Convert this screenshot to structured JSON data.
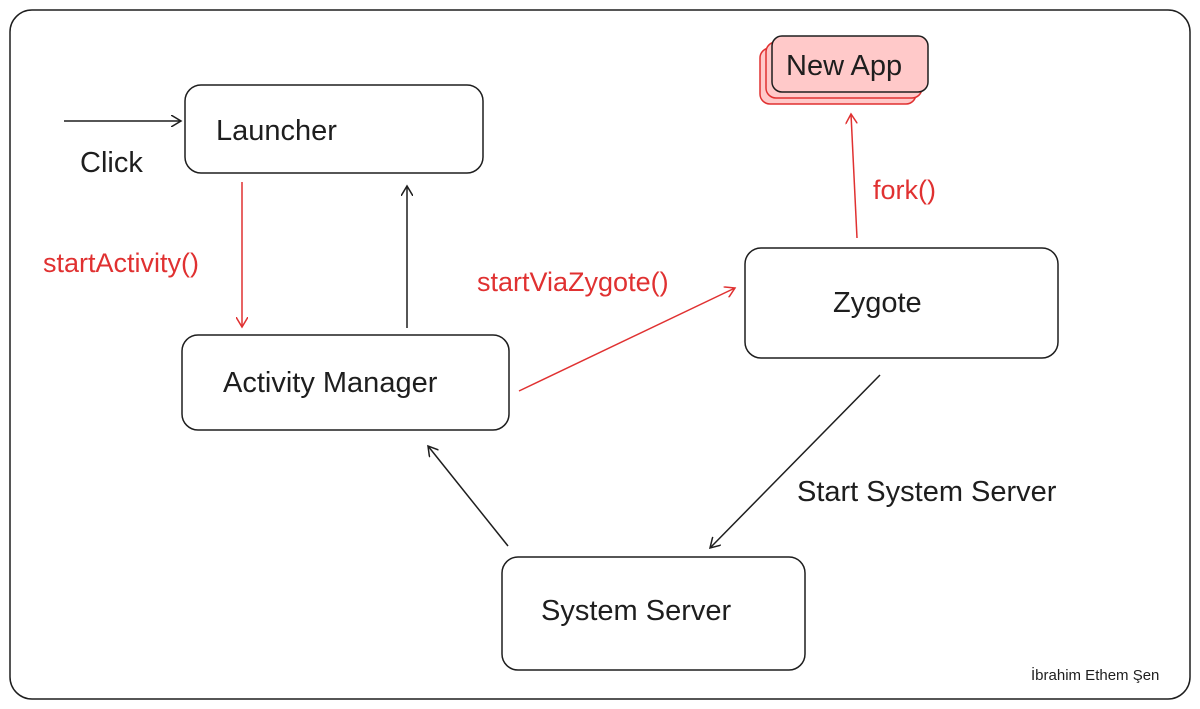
{
  "nodes": {
    "launcher": "Launcher",
    "activity_manager": "Activity Manager",
    "zygote": "Zygote",
    "system_server": "System Server",
    "new_app": "New App"
  },
  "labels": {
    "click": "Click",
    "start_activity": "startActivity()",
    "start_via_zygote": "startViaZygote()",
    "fork": "fork()",
    "start_system_server": "Start System Server"
  },
  "author": "İbrahim Ethem Şen",
  "colors": {
    "accent_red": "#e03131",
    "ink": "#1e1e1e",
    "new_app_fill": "#ffc9c9"
  }
}
